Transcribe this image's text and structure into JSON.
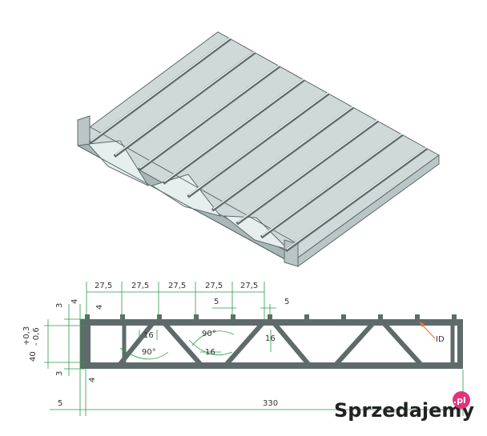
{
  "colors": {
    "profile": "#5f6b6b",
    "profile_light": "#cfd9d8",
    "profile_mid": "#a9b8b7",
    "dim_line": "#2e9a47",
    "id_arrow": "#e8772a",
    "brand_dark": "#222222",
    "brand_dot": "#e2347a"
  },
  "drawing": {
    "pitch_labels": [
      "27,5",
      "27,5",
      "27,5",
      "27,5",
      "27,5"
    ],
    "rib_width_labels": [
      "5",
      "5"
    ],
    "left_small_labels": [
      "3",
      "4"
    ],
    "left_bottom_labels": [
      "3",
      "4"
    ],
    "inner_labels": [
      "16",
      "16",
      "16"
    ],
    "angle_labels": [
      "90°",
      "90°"
    ],
    "height_label": "40",
    "tol_plus": "+0,3",
    "tol_minus": "- 0,6",
    "bottom_offset": "5",
    "total_width": "330",
    "id_label": "ID"
  },
  "watermark": {
    "brand": "Sprzedajemy",
    "badge": ".pl"
  }
}
